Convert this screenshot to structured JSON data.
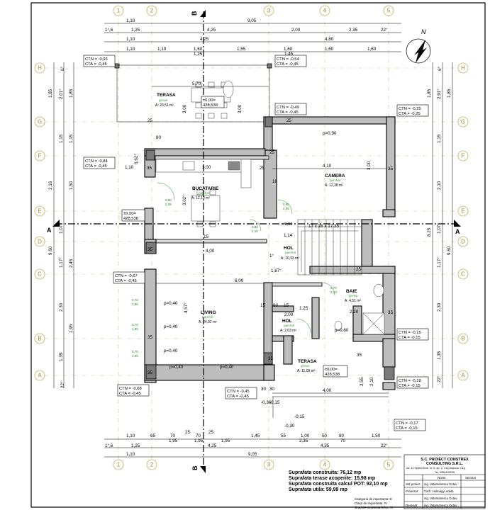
{
  "axes": {
    "columns": [
      "1",
      "2",
      "3",
      "4",
      "5"
    ],
    "rows": [
      "H",
      "G",
      "F",
      "E",
      "D",
      "C",
      "B",
      "A"
    ]
  },
  "north_label": "N",
  "section_labels": {
    "a": "A",
    "b": "B"
  },
  "dims_top": {
    "row1_total": "9,05",
    "row1_left": "1,10",
    "row2": [
      "1°,6",
      "1,25",
      "4,25",
      "2,00",
      "2,35",
      "22°"
    ],
    "row3": [
      "4,25",
      "4,80"
    ],
    "row4": [
      "1,10",
      "1,10",
      "1,60",
      "1,55",
      "1,60",
      "1,60",
      "1,60"
    ],
    "row4b": [
      "1,25",
      "1,45"
    ]
  },
  "dims_bottom": {
    "row1": [
      "1,10",
      "65",
      "70",
      "25",
      "70",
      "25",
      "1,45",
      "55",
      "1,00",
      "50",
      "80",
      "1,50"
    ],
    "row1b": [
      "1,95",
      "1,95",
      "1,95",
      "2,35",
      "70"
    ],
    "row2": [
      "1°,6",
      "1,25",
      "4,25",
      "4,35",
      "22°"
    ],
    "row3": [
      "1,10"
    ],
    "row3_total": "9,05"
  },
  "dims_left": [
    "6°",
    "1,85",
    "2,01°",
    "1,85",
    "1,15",
    "1,15",
    "2,16",
    "1,50",
    "1,07°",
    "1,17°",
    "2,45",
    "9,60",
    "2,30",
    "1,95",
    "1,35",
    "22°"
  ],
  "dims_right": [
    "6°",
    "1,85",
    "2,91°",
    "1,85",
    "1,15",
    "2,10",
    "8,25",
    "1,07°",
    "9,60",
    "1,17°",
    "2,30",
    "1,35",
    "22°"
  ],
  "rooms": [
    {
      "name": "TERASA",
      "floor": "gresie",
      "area": "A: 20,51 m²"
    },
    {
      "name": "CAMERA",
      "floor": "parchet",
      "area": "A: 12,38 m²"
    },
    {
      "name": "BUCATARIE",
      "floor": "parchet",
      "area": "A: 12,10 m²"
    },
    {
      "name": "HOL",
      "floor": "parchet",
      "area": "A: 10,93 m²"
    },
    {
      "name": "BAIE",
      "floor": "gresie",
      "area": "A: 4,51 m²"
    },
    {
      "name": "LIVING",
      "floor": "parchet",
      "area": "A: 24,02 m²"
    },
    {
      "name": "HOL",
      "floor": "parchet",
      "area": "A: 2,03 m²"
    },
    {
      "name": "TERASA",
      "floor": "gresie",
      "area": "A: 11,09 m²"
    }
  ],
  "levels": [
    {
      "ctn": "CTN = -0,93",
      "cta": "CTA = -0,45"
    },
    {
      "ctn": "CTN = -0,54",
      "cta": "CTA = -0,45"
    },
    {
      "ctn": "CTN = -0,49",
      "cta": "CTA = -0,45"
    },
    {
      "ctn": "CTN = -0,25",
      "cta": "CTA = -0,25"
    },
    {
      "ctn": "CTN = -0,84",
      "cta": "CTA = -0,45"
    },
    {
      "ctn": "CTN = -0,67",
      "cta": "CTA = -0,45"
    },
    {
      "ctn": "CTN = -0,15",
      "cta": "CTA = -0,15"
    },
    {
      "ctn": "CTN = -0,18",
      "cta": "CTA = -0,15"
    },
    {
      "ctn": "CTN = -0,68",
      "cta": "CTA = -0,45"
    },
    {
      "ctn": "CTN = -0,45",
      "cta": "CTA = -0,45"
    },
    {
      "ctn": "CTN = -0,17",
      "cta": "CTA = -0,15"
    }
  ],
  "elevation_marks": [
    {
      "l1": "±0,00=",
      "l2": "428,538"
    },
    {
      "l1": "±0,00=",
      "l2": "428,538"
    },
    {
      "l1": "±0,00=",
      "l2": "428,538"
    },
    {
      "l1": "±0,00",
      "l2": ""
    }
  ],
  "interior_dims": {
    "terrace_top": "5,70",
    "terrace_h": "3,00",
    "terrace_h2": "3,00",
    "kitchen_w": "3,00",
    "kitchen_h": "3,02°",
    "kitchen_left": "1,10",
    "kitchen_left_h": "6,62°",
    "camera_w": "4,10",
    "camera_h": "3,00",
    "hol_w": "4,00",
    "hol_dim": "1,14",
    "stairs": "17 x 28 x 17,35",
    "living_w": "6,00",
    "living_h": "4,57°",
    "baie_w": "2,20",
    "hol2_w": "2,00",
    "hol2_d": "1,25",
    "terasa_w": "4,00",
    "terasa_h": "2,55",
    "terasa_h2": "2,10",
    "w25": "25",
    "w35": "35",
    "w15": "15",
    "w10": "10",
    "w60": "60",
    "w30": "30",
    "w80": "80",
    "d0_15": "-0,15",
    "d0_30": "-0,30",
    "d0_36": "-0,36",
    "d0_15b": "-0,15",
    "p090": "p=0,90",
    "p040": "p=0,40",
    "p060": "p=0,60",
    "d1_87": "1,87°",
    "d1_17": "1°"
  },
  "door_labels": [
    {
      "a": "0,80",
      "b": "2,05"
    },
    {
      "a": "0,80",
      "b": "2,05"
    },
    {
      "a": "0,80",
      "b": "2,10"
    },
    {
      "a": "0,90",
      "b": "2,10"
    },
    {
      "a": "0,70",
      "b": "2,10"
    },
    {
      "a": "0,70",
      "b": "1,95"
    },
    {
      "a": "0,70",
      "b": "1,95"
    },
    {
      "a": "0,70",
      "b": "1,95"
    }
  ],
  "summary": [
    "Suprafata construita: 76,12 mp",
    "Suprafata terase acoperite: 15,98 mp",
    "Suprafata construita calcul POT: 92,10 mp",
    "Suprafata utila: 59,99 mp"
  ],
  "meta": [
    "Categoria de importanta: D",
    "Clasa de importanta: IV",
    "Grad de rezistenta la foc: III"
  ],
  "title_block": {
    "company_1": "S.C. PROIECT CONSTREX",
    "company_2": "CONSULTING S.R.L.",
    "address": "str. 13 Septembrie, nr. 5, ap. 2, Cluj-Napoca, Cluj,",
    "tel": "Tel: 0264439205",
    "col_name": "Nume",
    "col_sign": "Semnat",
    "rows": [
      {
        "role": "Sef proiect",
        "name": "ing. Vatamanescu Octav"
      },
      {
        "role": "Proiectat",
        "name": "Carh. Holtoagyi Adela"
      },
      {
        "role": "",
        "name": "ing. Vatamanescu Octav"
      },
      {
        "role": "Desenat",
        "name": "ing. Vatamanescu Octav"
      }
    ]
  }
}
